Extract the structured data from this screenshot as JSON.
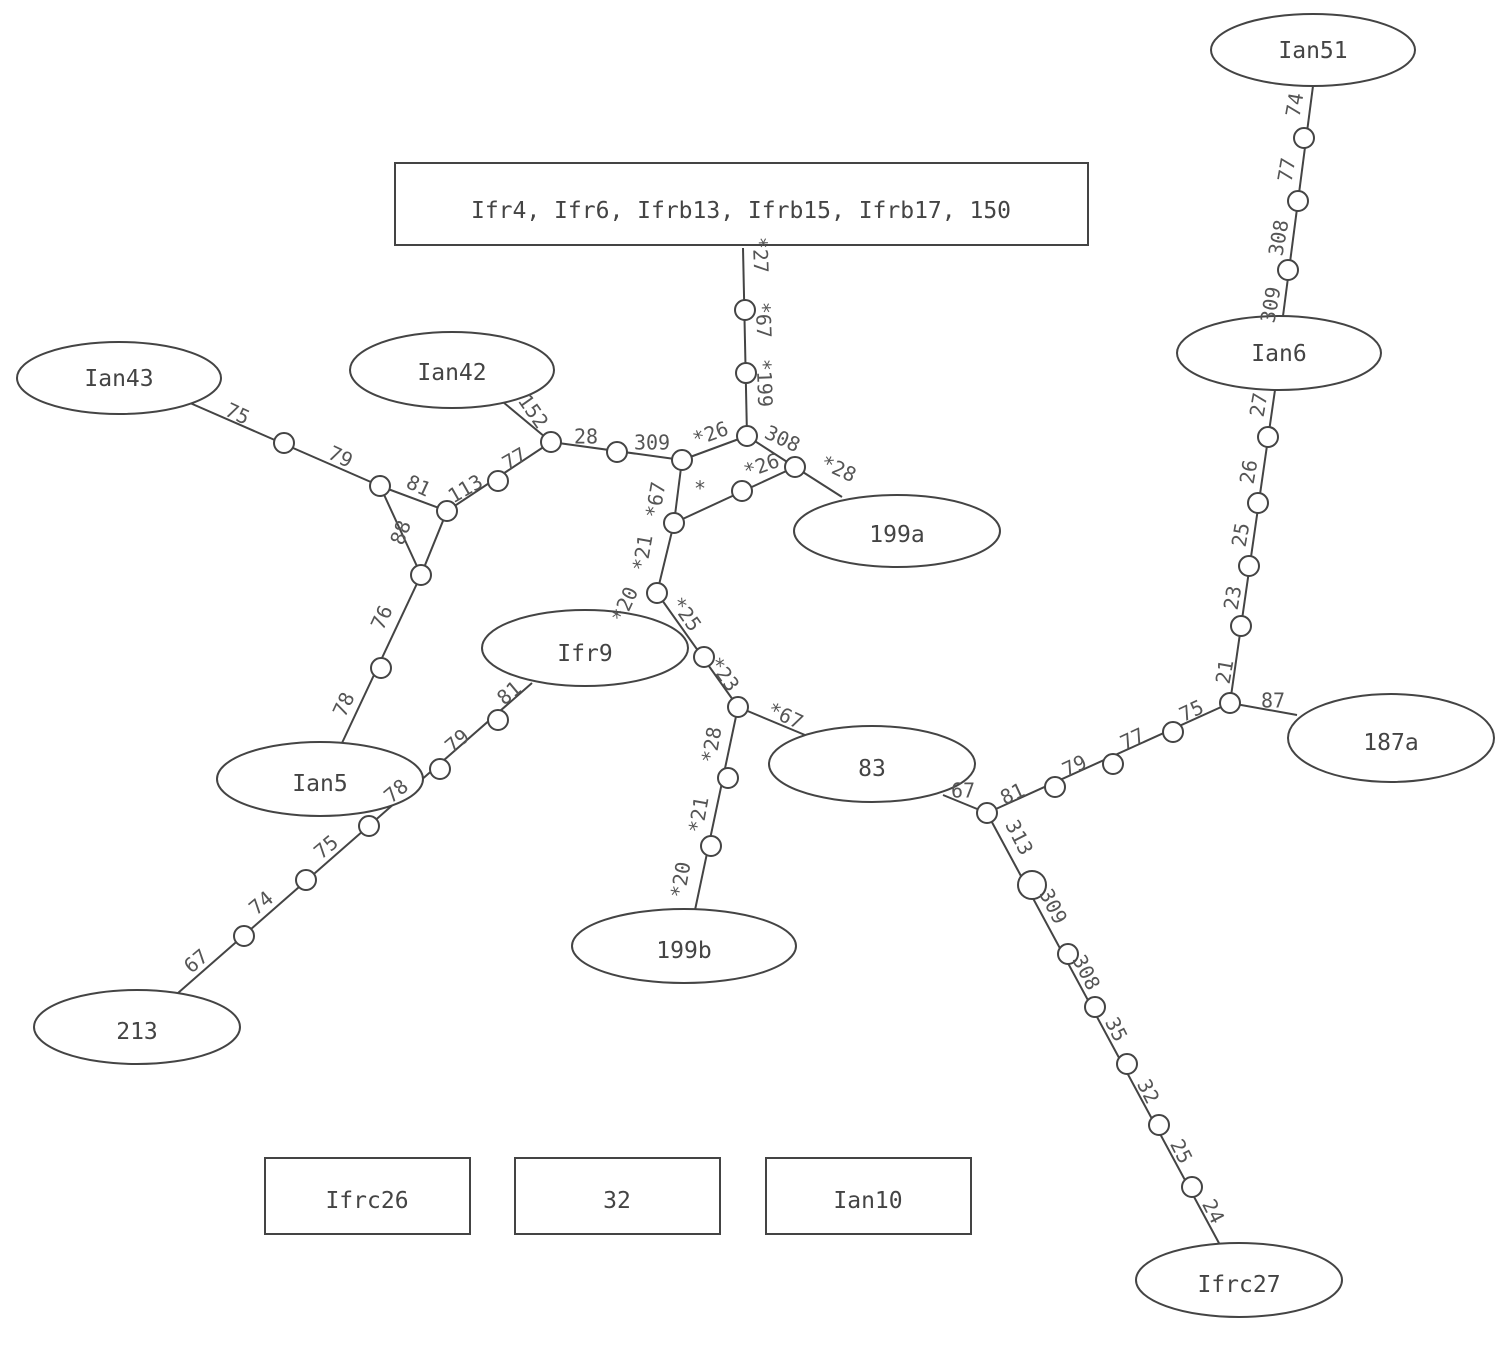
{
  "nodes": {
    "top_box": "Ifr4, Ifr6, Ifrb13, Ifrb15, Ifrb17, 150",
    "ian51": "Ian51",
    "ian6": "Ian6",
    "ian43": "Ian43",
    "ian42": "Ian42",
    "n199a": "199a",
    "ifr9": "Ifr9",
    "ian5": "Ian5",
    "n187a": "187a",
    "n83": "83",
    "n199b": "199b",
    "n213": "213",
    "ifrc27": "Ifrc27",
    "ifrc26": "Ifrc26",
    "n32": "32",
    "ian10": "Ian10"
  },
  "mutations": [
    "74",
    "77",
    "308",
    "309",
    "27",
    "26",
    "25",
    "23",
    "21",
    "87",
    "75",
    "77",
    "79",
    "81",
    "67",
    "313",
    "309",
    "308",
    "35",
    "32",
    "25",
    "24",
    "*27",
    "*67",
    "*199",
    "*26",
    "308",
    "*28",
    "*26",
    "*",
    "309",
    "28",
    "*67",
    "*21",
    "*20",
    "*25",
    "*23",
    "*67",
    "*28",
    "*21",
    "*20",
    "75",
    "79",
    "81",
    "113",
    "77",
    "152",
    "88",
    "76",
    "78",
    "81",
    "79",
    "78",
    "75",
    "74",
    "67"
  ]
}
